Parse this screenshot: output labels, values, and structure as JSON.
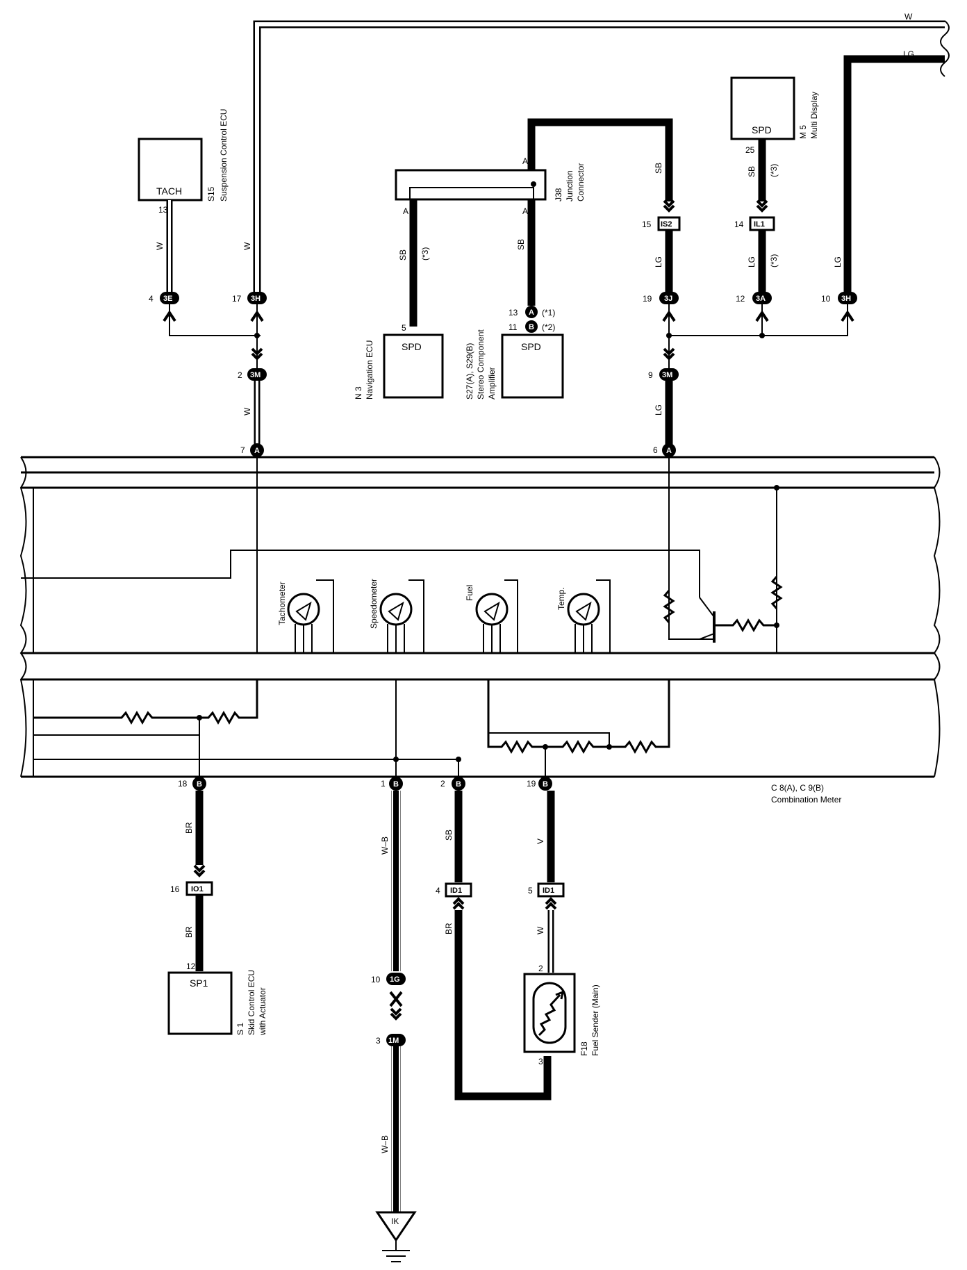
{
  "wires": {
    "w": "W",
    "lg": "LG",
    "sb": "SB",
    "br": "BR",
    "wb": "W–B",
    "v": "V",
    "note3": "(*3)"
  },
  "components": {
    "s15": {
      "box": "TACH",
      "ref": "S15",
      "name": "Suspension Control ECU",
      "pin": "13"
    },
    "m5": {
      "box": "SPD",
      "ref": "M 5",
      "name": "Multi Display",
      "pin": "25"
    },
    "j38": {
      "ref": "J38",
      "name1": "Junction",
      "name2": "Connector",
      "a": "A"
    },
    "n3": {
      "box": "SPD",
      "ref": "N 3",
      "name": "Navigation ECU",
      "pin": "5"
    },
    "s27": {
      "box": "SPD",
      "ref": "S27(A), S29(B)",
      "name1": "Stereo Component",
      "name2": "Amplifier",
      "pinA": "13",
      "pinB": "11",
      "noteA": "(*1)",
      "noteB": "(*2)"
    },
    "s1": {
      "box": "SP1",
      "ref": "S 1",
      "name1": "Skid Control ECU",
      "name2": "with Actuator",
      "pin": "12"
    },
    "f18": {
      "ref": "F18",
      "name": "Fuel Sender (Main)",
      "pin2": "2",
      "pin3": "3"
    },
    "meter": {
      "line1": "C 8(A), C 9(B)",
      "line2": "Combination Meter"
    }
  },
  "connectors": {
    "c3e": {
      "label": "3E",
      "pin": "4"
    },
    "c3h_left": {
      "label": "3H",
      "pin": "17"
    },
    "c3m_left": {
      "label": "3M",
      "pin": "2"
    },
    "cA7": {
      "label": "A",
      "pin": "7"
    },
    "is2": {
      "label": "IS2",
      "pin": "15"
    },
    "il1": {
      "label": "IL1",
      "pin": "14"
    },
    "c3j": {
      "label": "3J",
      "pin": "19"
    },
    "c3a": {
      "label": "3A",
      "pin": "12"
    },
    "c3h_right": {
      "label": "3H",
      "pin": "10"
    },
    "c3m_right": {
      "label": "3M",
      "pin": "9"
    },
    "cA6": {
      "label": "A",
      "pin": "6"
    },
    "cB18": {
      "label": "B",
      "pin": "18"
    },
    "cB1": {
      "label": "B",
      "pin": "1"
    },
    "cB2": {
      "label": "B",
      "pin": "2"
    },
    "cB19": {
      "label": "B",
      "pin": "19"
    },
    "io1": {
      "label": "IO1",
      "pin": "16"
    },
    "id1_4": {
      "label": "ID1",
      "pin": "4"
    },
    "id1_5": {
      "label": "ID1",
      "pin": "5"
    },
    "c1g": {
      "label": "1G",
      "pin": "10"
    },
    "c1m": {
      "label": "1M",
      "pin": "3"
    },
    "ik": {
      "label": "IK"
    }
  },
  "gauges": {
    "tach": "Tachometer",
    "speed": "Speedometer",
    "fuel": "Fuel",
    "temp": "Temp."
  }
}
